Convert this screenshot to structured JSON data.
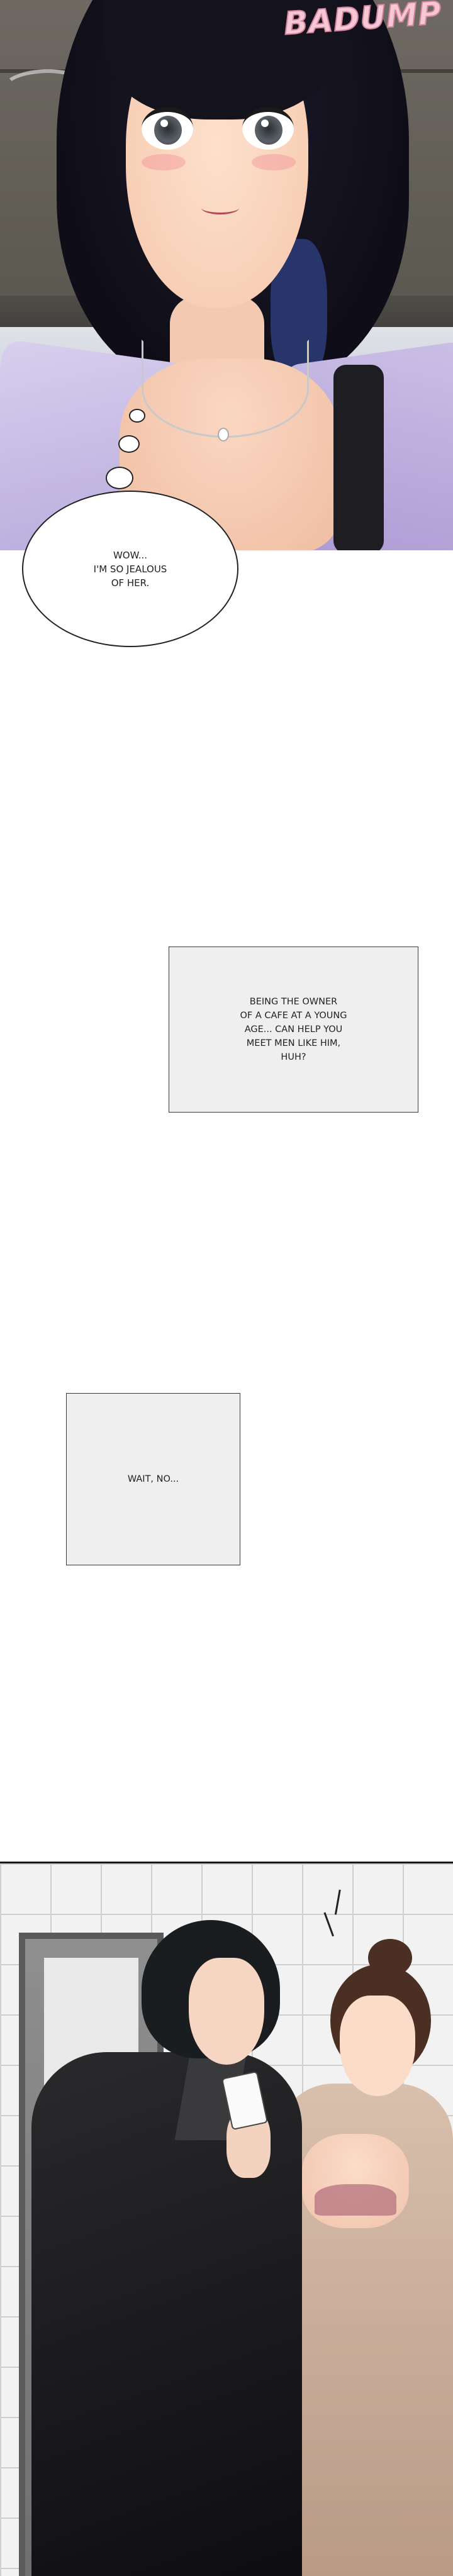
{
  "panel1": {
    "sfx": "BADUMP"
  },
  "thought": {
    "text": "WOW...\nI'M SO JEALOUS\nOF HER."
  },
  "narration_1": {
    "text": "BEING THE OWNER\nOF A CAFE AT A YOUNG\nAGE... CAN HELP YOU\nMEET MEN LIKE HIM,\nHUH?"
  },
  "narration_2": {
    "text": "WAIT, NO..."
  }
}
